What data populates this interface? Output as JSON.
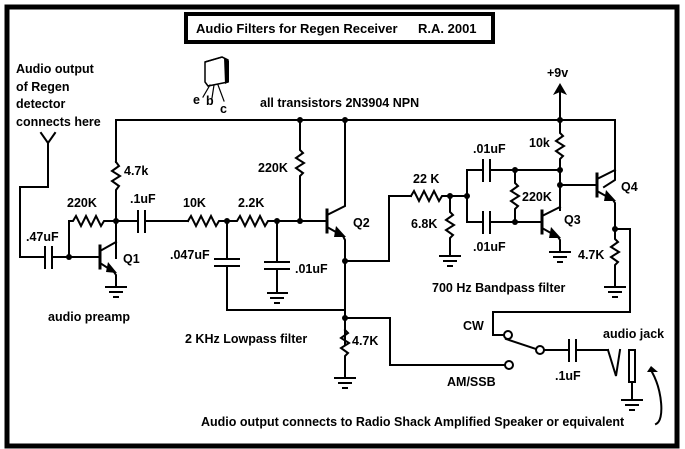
{
  "title": "Audio Filters for Regen Receiver",
  "author": "R.A. 2001",
  "notes": {
    "input": [
      "Audio output",
      "of Regen",
      "detector",
      "connects here"
    ],
    "transistor_note": "all transistors 2N3904 NPN",
    "pinout": [
      "e",
      "b",
      "c"
    ],
    "supply": "+9v",
    "output_note": "Audio output connects to Radio Shack Amplified Speaker or equivalent"
  },
  "sections": {
    "preamp": "audio preamp",
    "lowpass": "2 KHz Lowpass filter",
    "bandpass": "700 Hz Bandpass filter"
  },
  "components": {
    "c_in": ".47uF",
    "r_q1_bias": "220K",
    "r_q1_col": "4.7k",
    "c_couple": ".1uF",
    "r_lp1": "10K",
    "r_lp2": "2.2K",
    "c_lp1": ".047uF",
    "c_lp2": ".01uF",
    "r_q2_bias": "220K",
    "r_q2_emit": "4.7K",
    "r_bp_in": "22 K",
    "r_bp_shunt": "6.8K",
    "c_bp1": ".01uF",
    "c_bp2": ".01uF",
    "r_bp_fb": "220K",
    "r_q3_col": "10k",
    "r_q4_emit": "4.7K",
    "c_out": ".1uF",
    "jack": "audio jack",
    "q1": "Q1",
    "q2": "Q2",
    "q3": "Q3",
    "q4": "Q4"
  },
  "switch": {
    "cw": "CW",
    "am_ssb": "AM/SSB"
  }
}
